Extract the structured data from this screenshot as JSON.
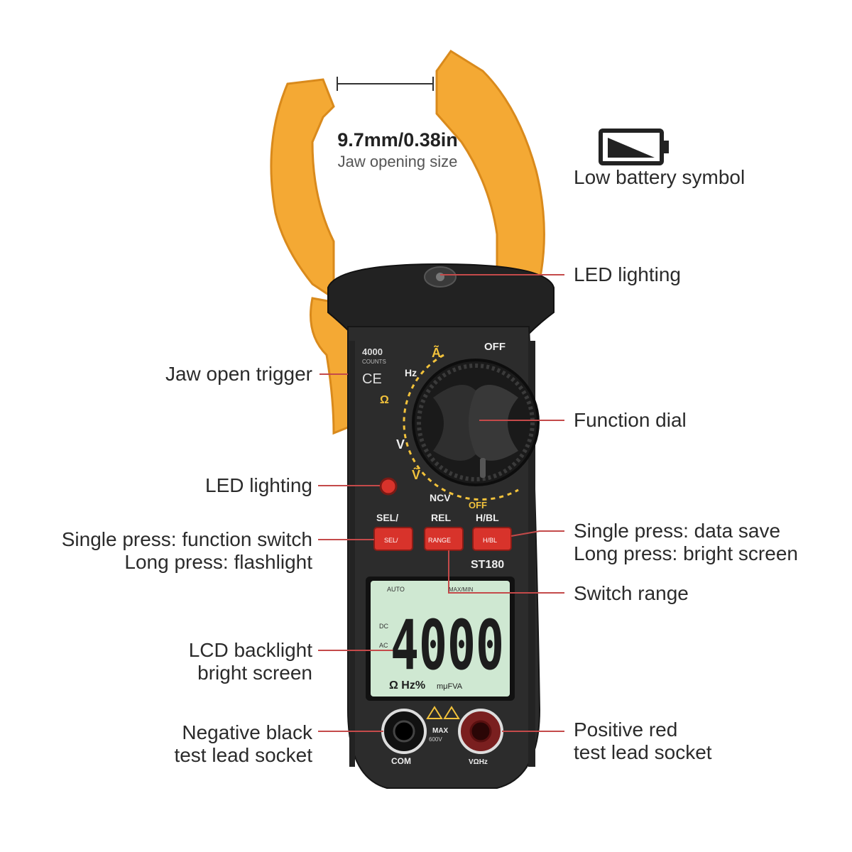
{
  "jaw_opening": {
    "size": "9.7mm/0.38in",
    "caption": "Jaw opening size"
  },
  "labels": {
    "low_battery": "Low battery symbol",
    "led_lighting_top": "LED lighting",
    "jaw_open_trigger": "Jaw open trigger",
    "function_dial": "Function dial",
    "led_lighting_front": "LED lighting",
    "sel_line1": "Single press: function switch",
    "sel_line2": "Long press: flashlight",
    "hbl_line1": "Single press: data save",
    "hbl_line2": "Long press: bright screen",
    "switch_range": "Switch range",
    "lcd_line1": "LCD backlight",
    "lcd_line2": "bright screen",
    "neg_line1": "Negative black",
    "neg_line2": "test lead socket",
    "pos_line1": "Positive red",
    "pos_line2": "test lead socket"
  },
  "device": {
    "counts_value": "4000",
    "counts_word": "COUNTS",
    "ce_mark": "CE",
    "dial_marks": {
      "amps_ac": "Ã",
      "off_top": "OFF",
      "hz": "Hz",
      "ohm": "Ω",
      "volt_dc": "V",
      "volt_ac": "Ṽ",
      "ncv": "NCV",
      "off_bottom": "OFF"
    },
    "buttons": {
      "sel_caption": "SEL/",
      "rel_caption": "REL",
      "hbl_caption": "H/BL",
      "sel_face": "SEL/",
      "rel_face": "RANGE",
      "hbl_face": "H/BL"
    },
    "model": "ST180",
    "lcd": {
      "top_auto": "AUTO",
      "top_max": "MAX/MIN",
      "side_dc": "DC",
      "side_ac": "AC",
      "reading": "4000",
      "units": "Ω Hz%",
      "units_small": "mμFVA"
    },
    "sockets": {
      "com": "COM",
      "max_line1": "MAX",
      "max_line2": "600V",
      "vohz": "VΩHz"
    }
  },
  "colors": {
    "jaw": "#f4a934",
    "jaw_dark": "#d98a1c",
    "body": "#2c2c2c",
    "body_dark": "#1c1c1c",
    "accent_yellow": "#f2c23b",
    "button_red": "#d8332b",
    "lcd": "#cfe8d2",
    "leader": "#c44a4a"
  }
}
